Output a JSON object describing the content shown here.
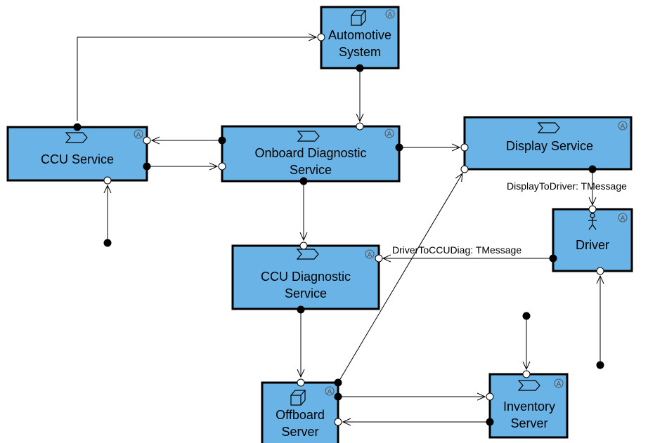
{
  "nodes": {
    "automotive_system": {
      "line1": "Automotive",
      "line2": "System",
      "badge": "A",
      "icon": "cube-icon"
    },
    "ccu_service": {
      "line1": "CCU Service",
      "badge": "A",
      "icon": "service-chevron-icon"
    },
    "onboard_diagnostic": {
      "line1": "Onboard Diagnostic",
      "line2": "Service",
      "badge": "A",
      "icon": "service-chevron-icon"
    },
    "display_service": {
      "line1": "Display Service",
      "badge": "A",
      "icon": "service-chevron-icon"
    },
    "driver": {
      "line1": "Driver",
      "badge": "A",
      "icon": "actor-icon"
    },
    "ccu_diagnostic": {
      "line1": "CCU Diagnostic",
      "line2": "Service",
      "badge": "A",
      "icon": "service-chevron-icon"
    },
    "offboard_server": {
      "line1": "Offboard",
      "line2": "Server",
      "badge": "A",
      "icon": "cube-icon"
    },
    "inventory_server": {
      "line1": "Inventory",
      "line2": "Server",
      "badge": "A",
      "icon": "service-chevron-icon"
    }
  },
  "edges": {
    "display_to_driver": "DisplayToDriver: TMessage",
    "driver_to_ccudiag": "DriverToCCUDiag: TMessage"
  },
  "colors": {
    "box_fill": "#6ab3e6",
    "box_stroke": "#000000"
  }
}
